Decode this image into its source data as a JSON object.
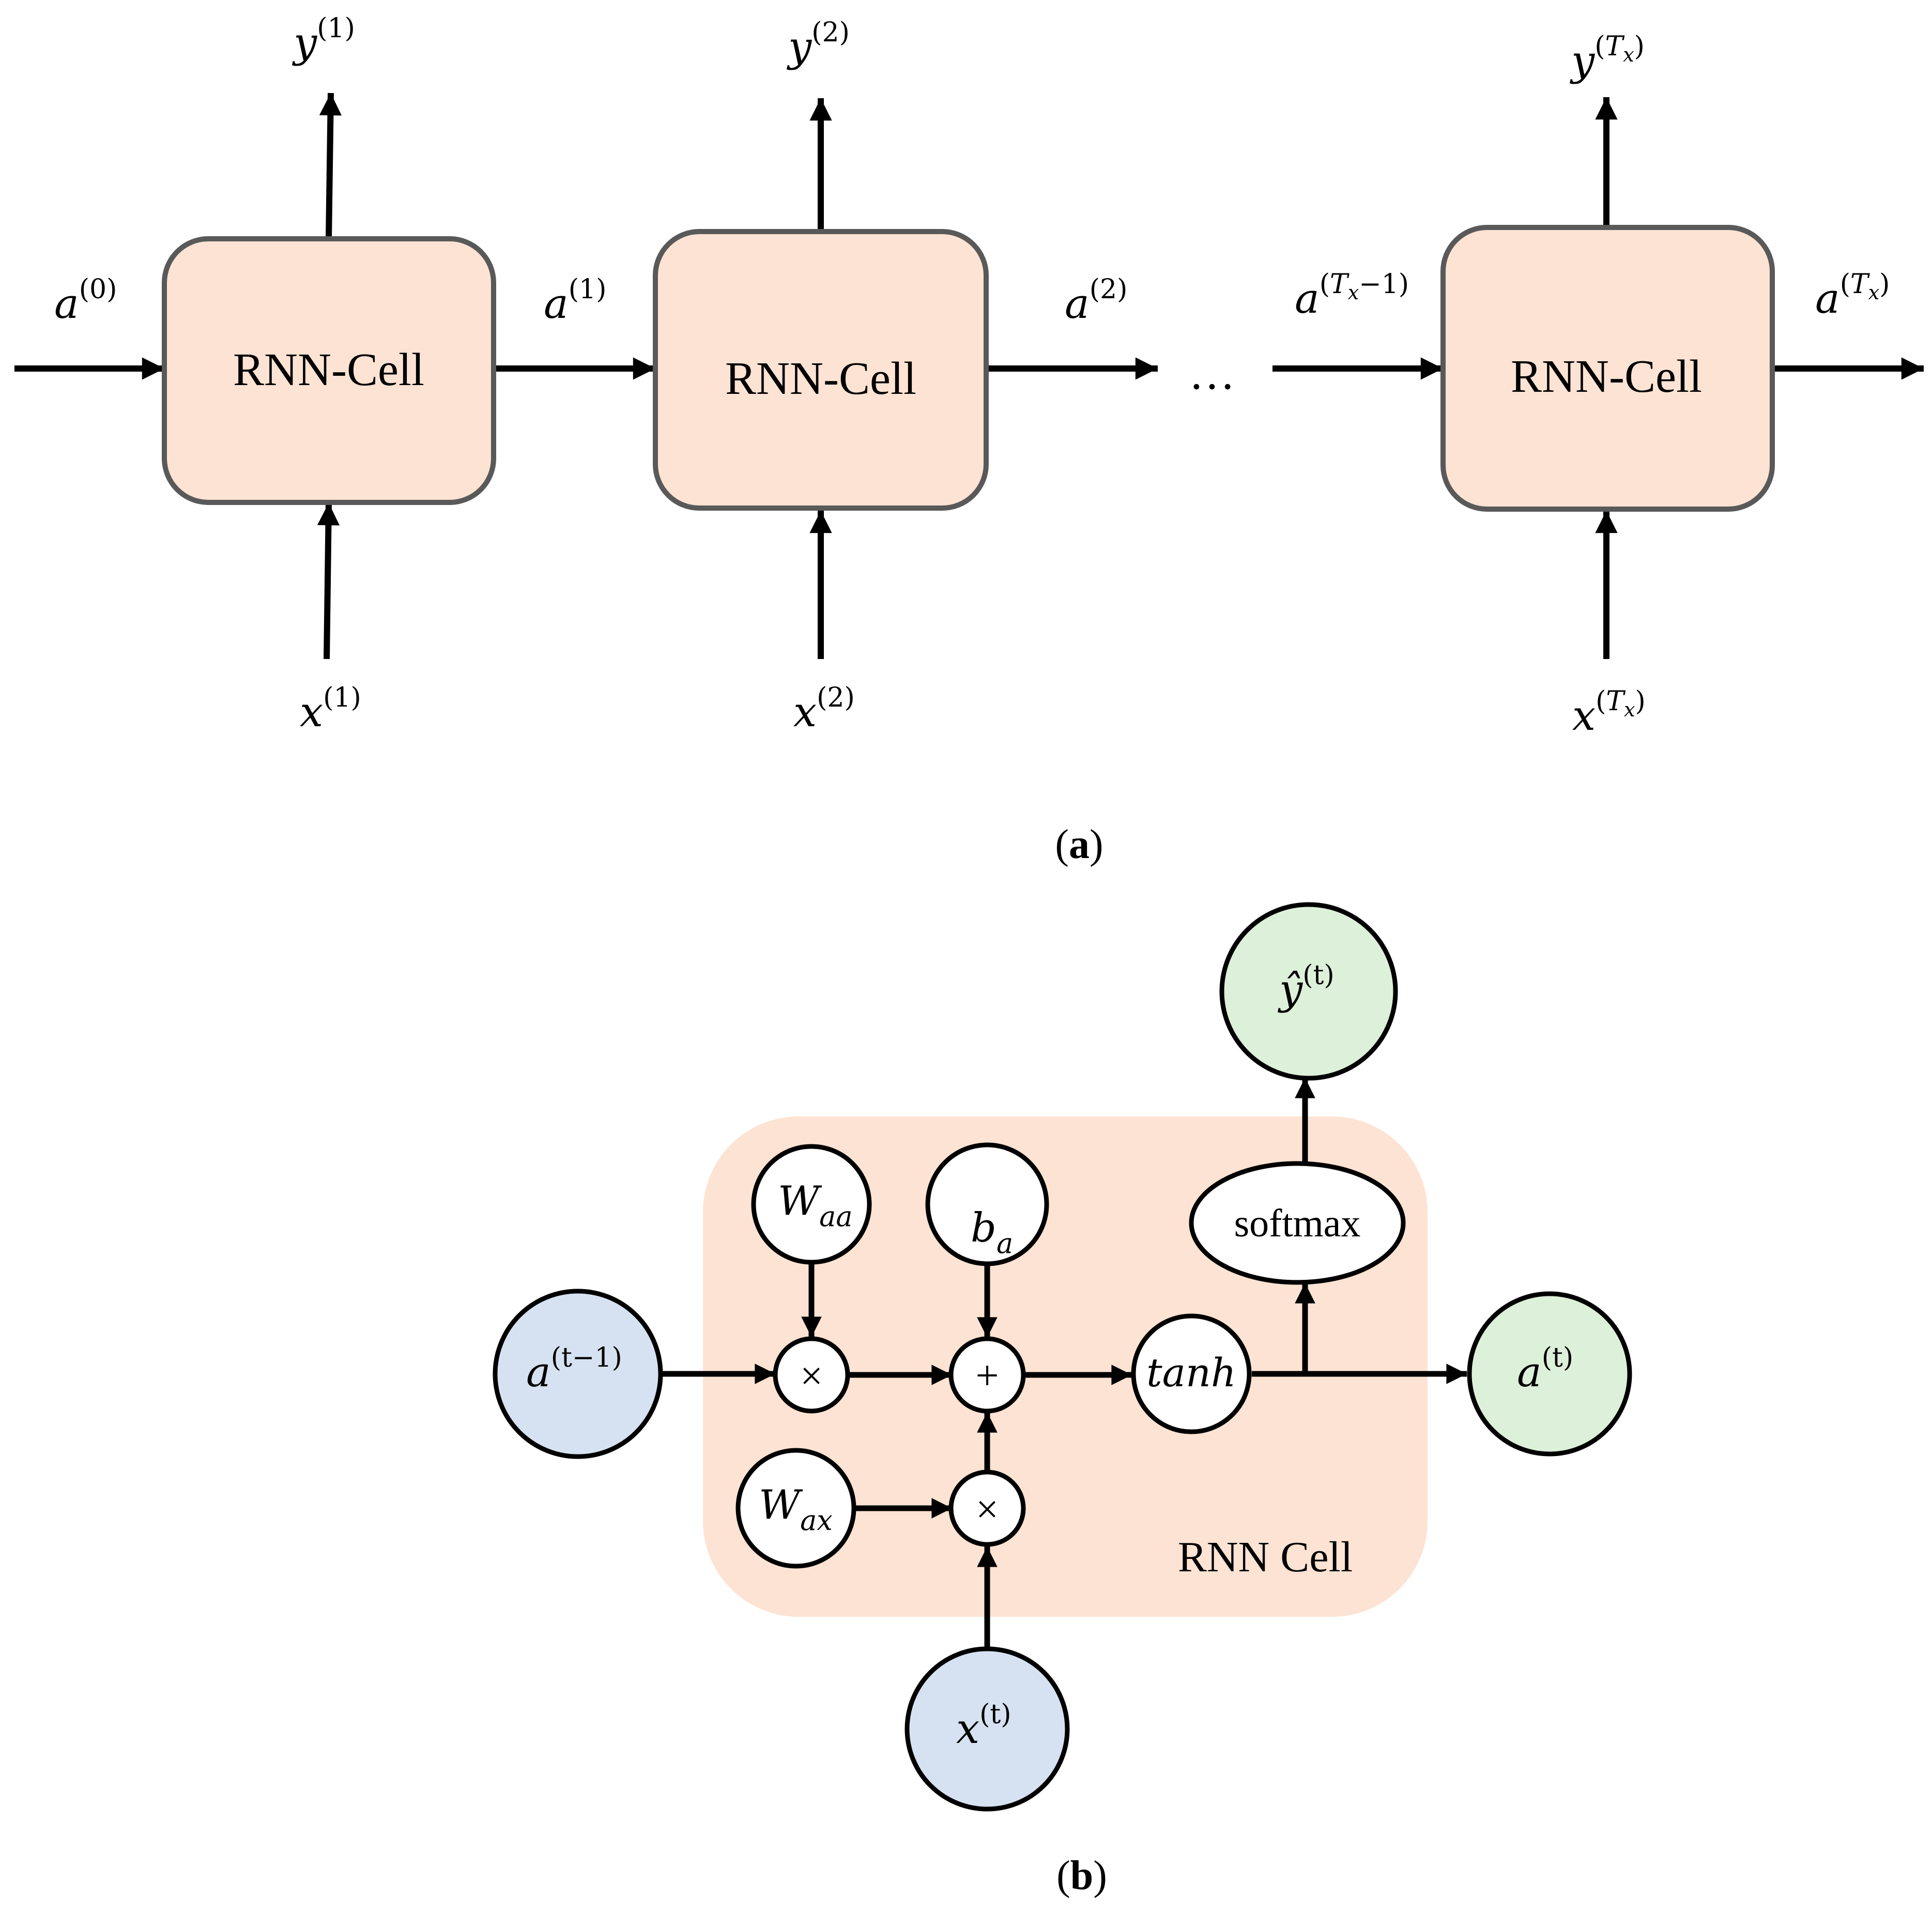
{
  "panel_a": {
    "caption": {
      "open": "(",
      "letter": "a",
      "close": ")"
    },
    "cells": [
      {
        "label": "RNN-Cell"
      },
      {
        "label": "RNN-Cell"
      },
      {
        "label": "RNN-Cell"
      }
    ],
    "ellipsis": "…",
    "labels": {
      "a0": {
        "base": "a",
        "sup": "(0)"
      },
      "a1": {
        "base": "a",
        "sup": "(1)"
      },
      "a2": {
        "base": "a",
        "sup": "(2)"
      },
      "aTx1": {
        "base": "a",
        "sup_open": "(",
        "sup_var": "T",
        "sup_sub": "x",
        "sup_rest": "−1)"
      },
      "aTx": {
        "base": "a",
        "sup_open": "(",
        "sup_var": "T",
        "sup_sub": "x",
        "sup_close": ")"
      },
      "y1": {
        "base": "y",
        "sup": "(1)"
      },
      "y2": {
        "base": "y",
        "sup": "(2)"
      },
      "yTx": {
        "base": "y",
        "sup_open": "(",
        "sup_var": "T",
        "sup_sub": "x",
        "sup_close": ")"
      },
      "x1": {
        "base": "x",
        "sup": "(1)"
      },
      "x2": {
        "base": "x",
        "sup": "(2)"
      },
      "xTx": {
        "base": "x",
        "sup_open": "(",
        "sup_var": "T",
        "sup_sub": "x",
        "sup_close": ")"
      }
    }
  },
  "panel_b": {
    "caption": {
      "open": "(",
      "letter": "b",
      "close": ")"
    },
    "cell_label": "RNN Cell",
    "nodes": {
      "a_prev": {
        "base": "a",
        "sup": "(t−1)"
      },
      "x_t": {
        "base": "x",
        "sup": "(t)"
      },
      "a_t": {
        "base": "a",
        "sup": "(t)"
      },
      "y_hat": {
        "base": "ŷ",
        "sup": "(t)"
      },
      "W_aa": {
        "base": "W",
        "sub": "aa"
      },
      "W_ax": {
        "base": "W",
        "sub": "ax"
      },
      "b_a": {
        "base": "b",
        "sub": "a"
      },
      "tanh": {
        "label": "tanh"
      },
      "softmax": {
        "label": "softmax"
      },
      "mul_top": {
        "symbol": "×"
      },
      "mul_bottom": {
        "symbol": "×"
      },
      "add": {
        "symbol": "+"
      }
    }
  },
  "colors": {
    "cell_fill": "#fde3d3",
    "cell_stroke": "#595959",
    "input_node": "#d6e2f1",
    "output_node": "#ddf0d9",
    "line": "#000000"
  }
}
